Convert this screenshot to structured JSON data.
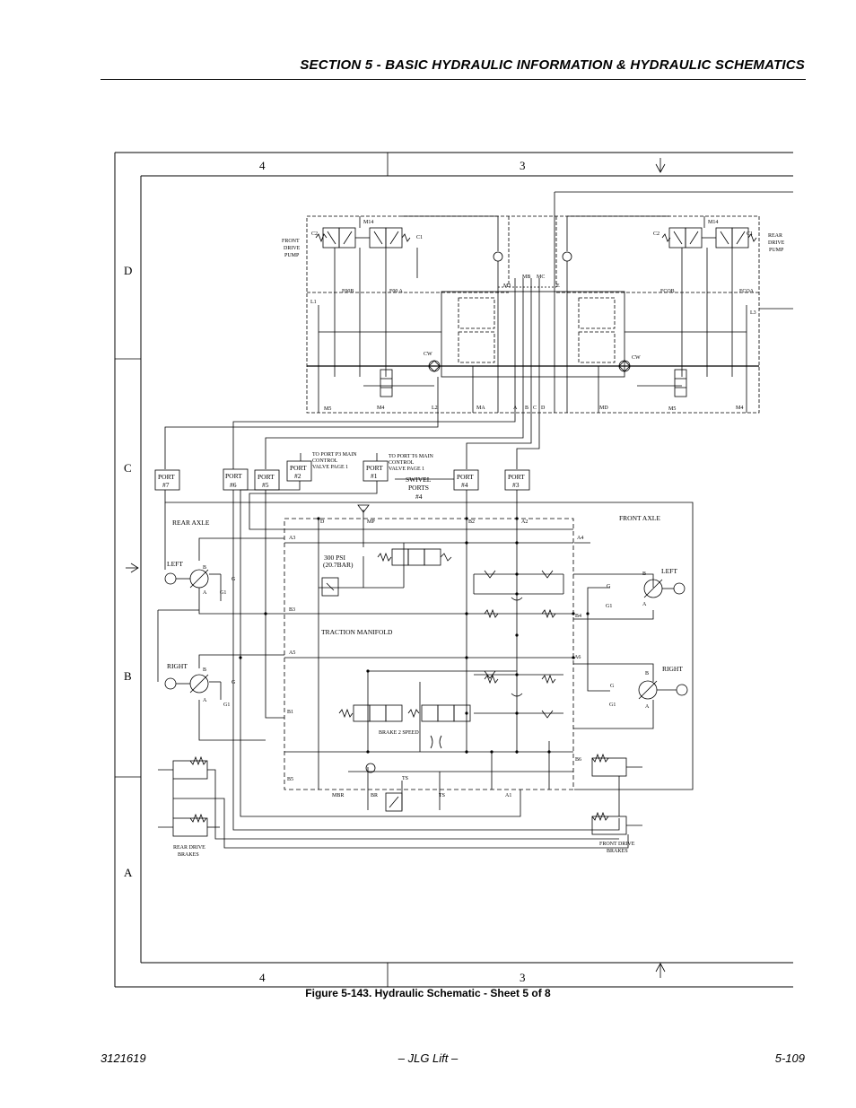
{
  "header": {
    "section_title": "SECTION 5 - BASIC HYDRAULIC INFORMATION & HYDRAULIC SCHEMATICS"
  },
  "figure": {
    "caption": "Figure 5-143.  Hydraulic Schematic - Sheet 5 of 8"
  },
  "footer": {
    "doc_number": "3121619",
    "center": "– JLG Lift –",
    "page": "5-109"
  },
  "grid": {
    "col_left": "4",
    "col_right": "3",
    "rows": [
      "D",
      "C",
      "B",
      "A"
    ]
  },
  "labels": {
    "front_drive_pump": [
      "FRONT",
      "DRIVE",
      "PUMP"
    ],
    "rear_drive_pump": [
      "REAR",
      "DRIVE",
      "PUMP"
    ],
    "m14": "M14",
    "c1": "C1",
    "c2": "C2",
    "l1": "L1",
    "l3": "L3",
    "f00b": "F00B",
    "f00a": "F00 A",
    "fcob": "FCOB",
    "fcoa": "FCOA",
    "m3": "M3",
    "mb": "MB",
    "mc": "MC",
    "e": "E",
    "cw": "CW",
    "m5": "M5",
    "m4": "M4",
    "l2": "L2",
    "ma": "MA",
    "md": "MD",
    "a": "A",
    "b": "B",
    "c": "C",
    "d": "D",
    "port7": [
      "PORT",
      "#7"
    ],
    "port6": [
      "PORT",
      "#6"
    ],
    "port5": [
      "PORT",
      "#5"
    ],
    "port2": [
      "PORT",
      "#2"
    ],
    "port1": [
      "PORT",
      "#1"
    ],
    "port4": [
      "PORT",
      "#4"
    ],
    "port3": [
      "PORT",
      "#3"
    ],
    "to_port_p3": [
      "TO PORT P3 MAIN",
      "CONTROL",
      "VALVE PAGE 1"
    ],
    "to_port_t6": [
      "TO PORT T6 MAIN",
      "CONTROL",
      "VALVE PAGE 1"
    ],
    "swivel_ports": [
      "SWIVEL",
      "PORTS"
    ],
    "swivel_4": "#4",
    "rear_axle": "REAR AXLE",
    "front_axle": "FRONT AXLE",
    "left": "LEFT",
    "right": "RIGHT",
    "g": "G",
    "g1": "G1",
    "mp": "MP",
    "a2": "A2",
    "a3": "A3",
    "a4": "A4",
    "a5": "A5",
    "a6": "A6",
    "b1": "B1",
    "b2": "B2",
    "b3": "B3",
    "b4": "B4",
    "b5": "B5",
    "b6": "B6",
    "psi": [
      "300 PSI",
      "(20.7BAR)"
    ],
    "traction_manifold": "TRACTION MANIFOLD",
    "brake_2_speed": "BRAKE 2 SPEED",
    "ts": "TS",
    "mbr": "MBR",
    "br": "BR",
    "a1": "A1",
    "rear_drive_brakes": [
      "REAR DRIVE",
      "BRAKES"
    ],
    "front_drive_brakes": [
      "FRONT DRIVE",
      "BRAKES"
    ]
  }
}
